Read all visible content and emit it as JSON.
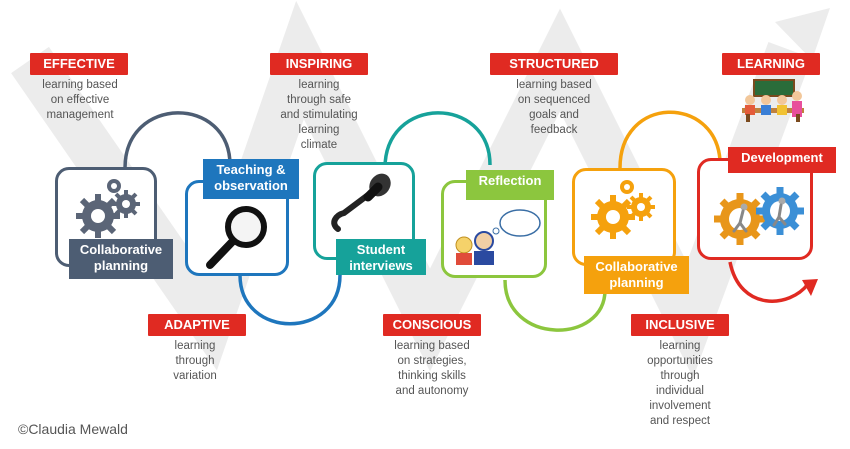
{
  "credit": "©Claudia Mewald",
  "top_tags": [
    {
      "tag": "EFFECTIVE",
      "description": "learning  based\non effective\nmanagement"
    },
    {
      "tag": "INSPIRING",
      "description": "learning\nthrough safe\nand stimulating\nlearning\nclimate"
    },
    {
      "tag": "STRUCTURED",
      "description": "learning based\non sequenced\ngoals and\nfeedback"
    },
    {
      "tag": "LEARNING",
      "description": ""
    }
  ],
  "bottom_tags": [
    {
      "tag": "ADAPTIVE",
      "description": "learning\nthrough\nvariation"
    },
    {
      "tag": "CONSCIOUS",
      "description": "learning based\non strategies,\nthinking  skills\nand autonomy"
    },
    {
      "tag": "INCLUSIVE",
      "description": "learning\nopportunities\nthrough\nindividual\ninvolvement\nand respect"
    }
  ],
  "stages": [
    {
      "label": "Collaborative\nplanning",
      "icon": "gears-icon",
      "color": "#4d5d73"
    },
    {
      "label": "Teaching &\nobservation",
      "icon": "magnifier-icon",
      "color": "#1e76bd"
    },
    {
      "label": "Student\ninterviews",
      "icon": "microphone-icon",
      "color": "#16a29a"
    },
    {
      "label": "Reflection",
      "icon": "thinking-people-icon",
      "color": "#8cc63e"
    },
    {
      "label": "Collaborative\nplanning",
      "icon": "gears-icon",
      "color": "#f5a10d"
    },
    {
      "label": "Development",
      "icon": "figure-in-gears-icon",
      "color": "#e02a22"
    }
  ],
  "colors": {
    "tag": "#e02a22",
    "background_arrow": "#ebebeb"
  }
}
